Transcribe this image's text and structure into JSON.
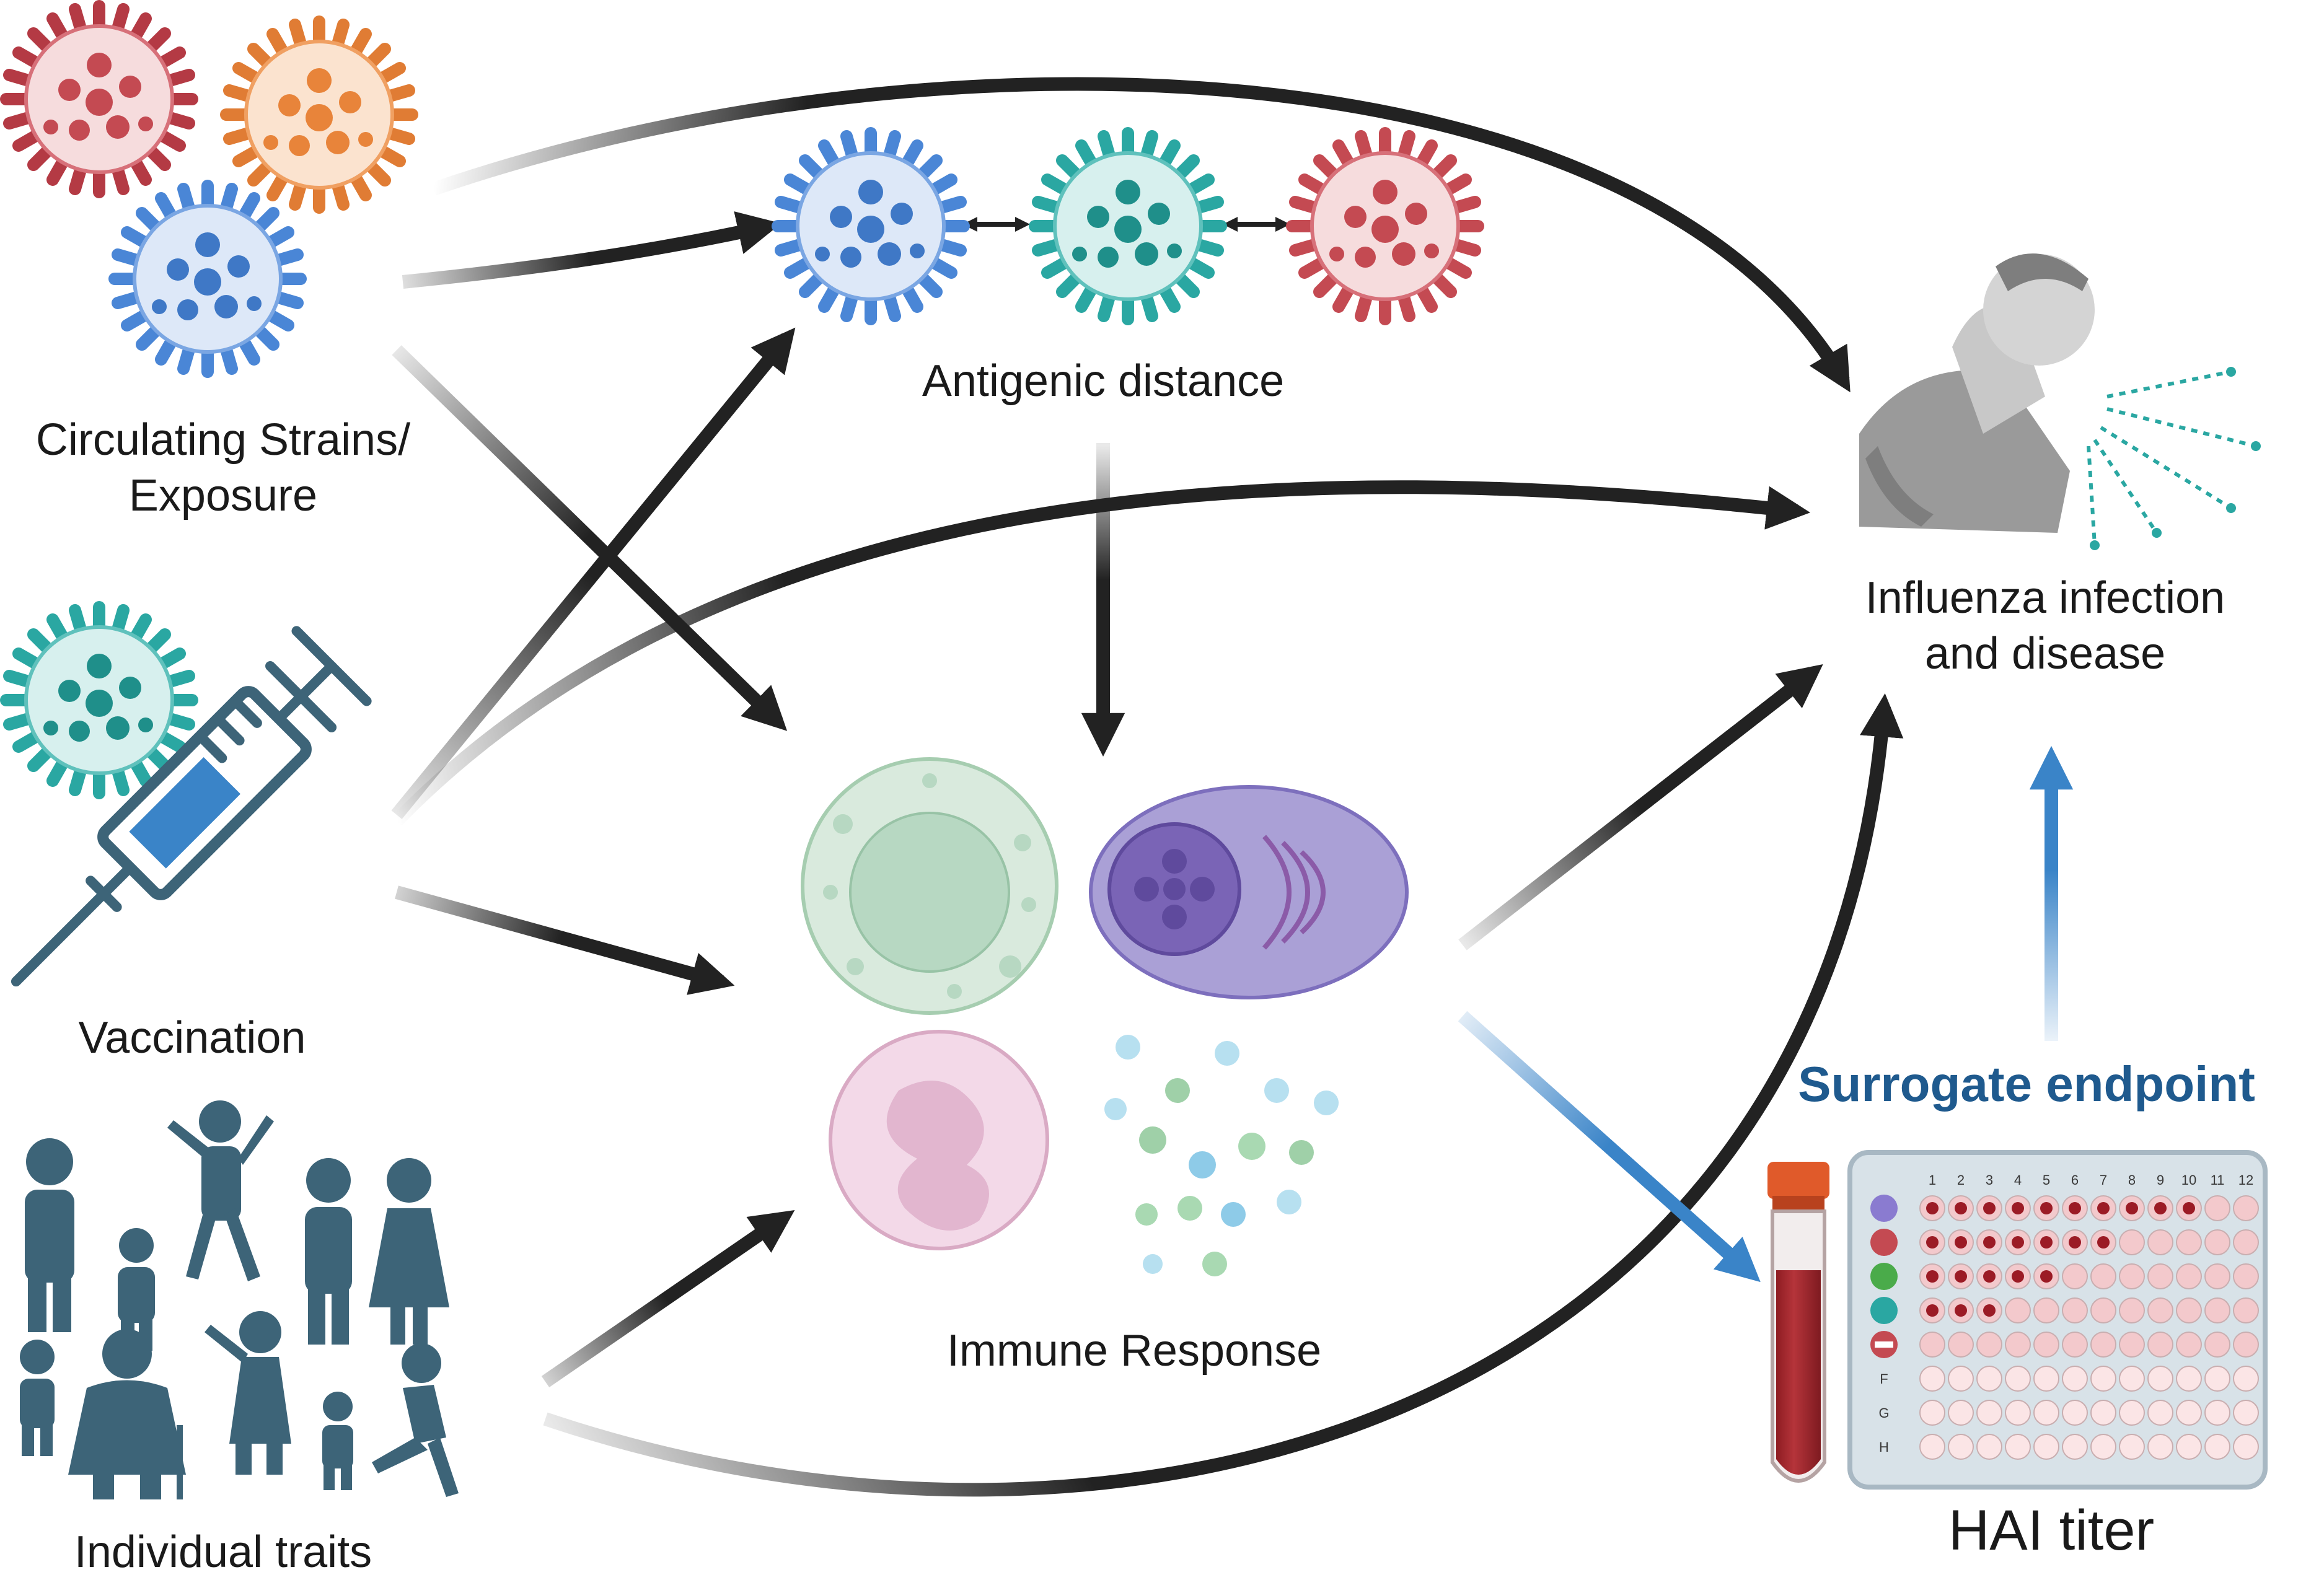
{
  "labels": {
    "circulating_line1": "Circulating Strains/",
    "circulating_line2": "Exposure",
    "vaccination": "Vaccination",
    "individual_traits": "Individual traits",
    "antigenic_distance": "Antigenic distance",
    "immune_response": "Immune Response",
    "influenza_line1": "Influenza infection",
    "influenza_line2": "and disease",
    "surrogate_endpoint": "Surrogate endpoint",
    "hai_titer": "HAI titer"
  },
  "plate": {
    "column_labels": [
      "1",
      "2",
      "3",
      "4",
      "5",
      "6",
      "7",
      "8",
      "9",
      "10",
      "11",
      "12"
    ],
    "row_labels": [
      "F",
      "G",
      "H"
    ]
  },
  "colors": {
    "arrow": "#222222",
    "blue_arrow": "#3a84c8",
    "surrogate_text": "#1f5a8e",
    "people": "#3d6478",
    "virus_red": "#c44a52",
    "virus_orange": "#e8843a",
    "virus_blue": "#4a86d6",
    "virus_teal": "#2aa7a2",
    "syringe": "#3d6478",
    "blood": "#a7252c",
    "cap": "#e05a2a"
  }
}
